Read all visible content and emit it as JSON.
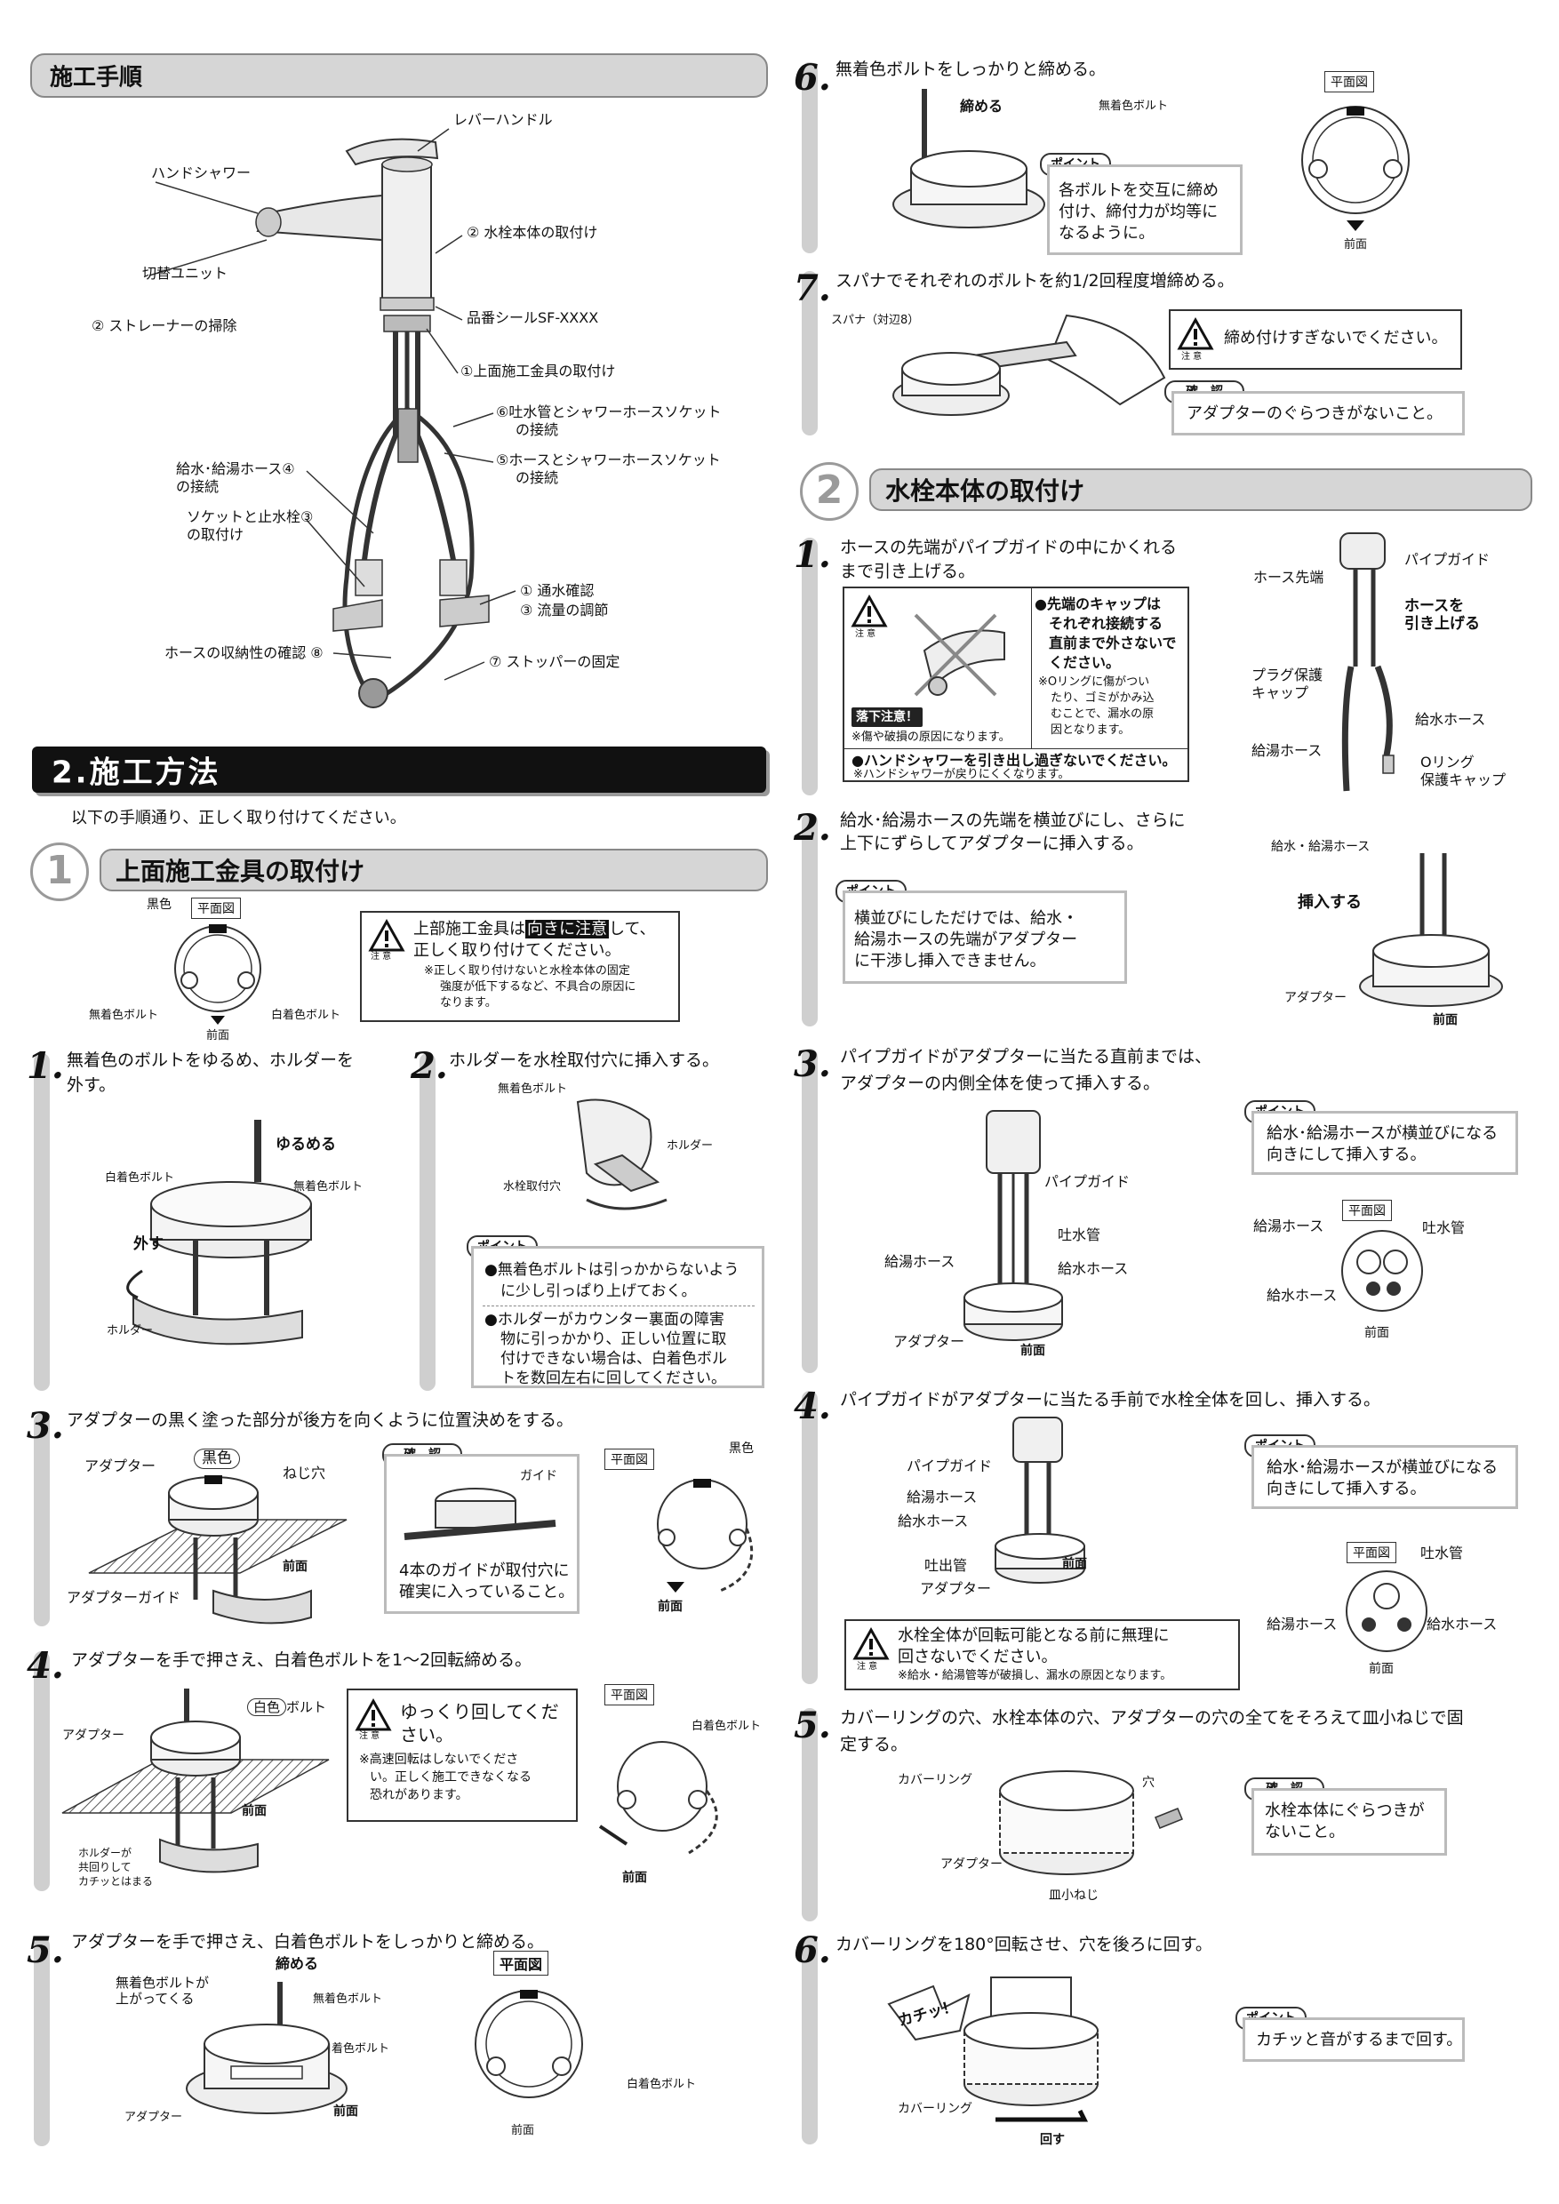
{
  "header": {
    "title": "施工手順"
  },
  "overview": {
    "labels": {
      "lever": "レバーハンドル",
      "handshower": "ハンドシャワー",
      "body": "② 水栓本体の取付け",
      "switch": "切替ユニット",
      "strainer": "② ストレーナーの掃除",
      "seal": "品番シールSF-XXXX",
      "fitting": "①上面施工金具の取付け",
      "spout_conn": "⑥吐水管とシャワーホースソケット",
      "spout_conn2": "の接続",
      "hose_conn": "⑤ホースとシャワーホースソケット",
      "hose_conn2": "の接続",
      "supply_conn": "給水･給湯ホース④",
      "supply_conn2": "の接続",
      "socket": "ソケットと止水栓③",
      "socket2": "の取付け",
      "flow_check": "① 通水確認",
      "flow_adj": "③ 流量の調節",
      "storage": "ホースの収納性の確認 ⑧",
      "stopper": "⑦ ストッパーの固定"
    }
  },
  "section2": {
    "title": "2.施工方法",
    "intro": "以下の手順通り、正しく取り付けてください。"
  },
  "sec1": {
    "num": "1",
    "title": "上面施工金具の取付け",
    "plan": {
      "label": "平面図",
      "black": "黒色",
      "left": "無着色ボルト",
      "right": "白着色ボルト",
      "front": "前面"
    },
    "caution": {
      "line1a": "上部施工金具は",
      "line1hl": "向きに注意",
      "line1b": "して、",
      "line2": "正しく取り付けてください。",
      "note1": "※正しく取り付けないと水栓本体の固定",
      "note2": "強度が低下するなど、不具合の原因に",
      "note3": "なります。",
      "badge": "注 意"
    },
    "step1": {
      "num": "1.",
      "text1": "無着色のボルトをゆるめ、ホルダーを",
      "text2": "外す。",
      "loosen": "ゆるめる",
      "white_bolt": "白着色ボルト",
      "plain_bolt": "無着色ボルト",
      "remove": "外す",
      "holder": "ホルダー"
    },
    "step2": {
      "num": "2.",
      "text": "ホルダーを水栓取付穴に挿入する。",
      "plain_bolt": "無着色ボルト",
      "holder": "ホルダー",
      "hole": "水栓取付穴",
      "point": "ポイント",
      "p1a": "●無着色ボルトは引っかからないよう",
      "p1b": "に少し引っぱり上げておく。",
      "p2a": "●ホルダーがカウンター裏面の障害",
      "p2b": "物に引っかかり、正しい位置に取",
      "p2c": "付けできない場合は、白着色ボル",
      "p2d": "トを数回左右に回してください。"
    },
    "step3": {
      "num": "3.",
      "text": "アダプターの黒く塗った部分が後方を向くように位置決めをする。",
      "adapter": "アダプター",
      "black": "黒色",
      "screw": "ねじ穴",
      "front": "前面",
      "guide_lbl": "アダプターガイド",
      "confirm": "確　認",
      "guide": "ガイド",
      "c1": "4本のガイドが取付穴に",
      "c2": "確実に入っていること。",
      "plan": "平面図",
      "black2": "黒色",
      "front2": "前面"
    },
    "step4": {
      "num": "4.",
      "text": "アダプターを手で押さえ、白着色ボルトを1～2回転締める。",
      "adapter": "アダプター",
      "white": "白色",
      "bolt": "ボルト",
      "front": "前面",
      "holder1": "ホルダーが",
      "holder2": "共回りして",
      "holder3": "カチッとはまる",
      "w1": "ゆっくり回してくだ",
      "w2": "さい。",
      "n1": "※高速回転はしないでくださ",
      "n2": "い。正しく施工できなくなる",
      "n3": "恐れがあります。",
      "badge": "注 意",
      "plan": "平面図",
      "white_bolt": "白着色ボルト",
      "front2": "前面"
    },
    "step5": {
      "num": "5.",
      "text": "アダプターを手で押さえ、白着色ボルトをしっかりと締める。",
      "tighten": "締める",
      "rise1": "無着色ボルトが",
      "rise2": "上がってくる",
      "plain": "無着色ボルト",
      "white": "白着色ボルト",
      "adapter": "アダプター",
      "front": "前面",
      "plan": "平面図",
      "white2": "白着色ボルト",
      "front2": "前面"
    },
    "step6": {
      "num": "6.",
      "text": "無着色ボルトをしっかりと締める。",
      "tighten": "締める",
      "plain": "無着色ボルト",
      "point": "ポイント",
      "p1": "各ボルトを交互に締め",
      "p2": "付け、締付力が均等に",
      "p3": "なるように。",
      "plan": "平面図",
      "front": "前面"
    },
    "step7": {
      "num": "7.",
      "text": "スパナでそれぞれのボルトを約1/2回程度増締める。",
      "spanner": "スパナ（対辺8）",
      "warn": "締め付けすぎないでください。",
      "badge": "注 意",
      "confirm": "確　認",
      "c1": "アダプターのぐらつきがないこと。"
    }
  },
  "sec2": {
    "num": "2",
    "title": "水栓本体の取付け",
    "step1": {
      "num": "1.",
      "text1": "ホースの先端がパイプガイドの中にかくれる",
      "text2": "まで引き上げる。",
      "c1": "●先端のキャップは",
      "c2": "それぞれ接続する",
      "c3": "直前まで外さないで",
      "c4": "ください。",
      "c5": "※Oリングに傷がつい",
      "c6": "たり、ゴミがかみ込",
      "c7": "むことで、漏水の原",
      "c8": "因となります。",
      "drop": "落下注意！",
      "drop_note": "※傷や破損の原因になります。",
      "c9": "●ハンドシャワーを引き出し過ぎないでください。",
      "c10": "※ハンドシャワーが戻りにくくなります。",
      "badge": "注 意",
      "pipe_guide": "パイプガイド",
      "hose_tip": "ホース先端",
      "pull1": "ホースを",
      "pull2": "引き上げる",
      "plug1": "プラグ保護",
      "plug2": "キャップ",
      "hot": "給湯ホース",
      "cold": "給水ホース",
      "oring1": "Oリング",
      "oring2": "保護キャップ"
    },
    "step2": {
      "num": "2.",
      "text1": "給水･給湯ホースの先端を横並びにし、さらに",
      "text2": "上下にずらしてアダプターに挿入する。",
      "point": "ポイント",
      "p1": "横並びにしただけでは、給水・",
      "p2": "給湯ホースの先端がアダプター",
      "p3": "に干渉し挿入できません。",
      "hoses": "給水・給湯ホース",
      "insert": "挿入する",
      "adapter": "アダプター",
      "front": "前面"
    },
    "step3": {
      "num": "3.",
      "text1": "パイプガイドがアダプターに当たる直前までは、",
      "text2": "アダプターの内側全体を使って挿入する。",
      "pipe_guide": "パイプガイド",
      "spout": "吐水管",
      "hot": "給湯ホース",
      "cold": "給水ホース",
      "adapter": "アダプター",
      "front": "前面",
      "point": "ポイント",
      "p1": "給水･給湯ホースが横並びになる",
      "p2": "向きにして挿入する。",
      "plan": "平面図",
      "hot2": "給湯ホース",
      "spout2": "吐水管",
      "cold2": "給水ホース",
      "front2": "前面"
    },
    "step4": {
      "num": "4.",
      "text": "パイプガイドがアダプターに当たる手前で水栓全体を回し、挿入する。",
      "pipe_guide": "パイプガイド",
      "hot": "給湯ホース",
      "cold": "給水ホース",
      "spout": "吐出管",
      "adapter": "アダプター",
      "front": "前面",
      "point": "ポイント",
      "p1": "給水･給湯ホースが横並びになる",
      "p2": "向きにして挿入する。",
      "plan": "平面図",
      "spout2": "吐水管",
      "hot2": "給湯ホース",
      "cold2": "給水ホース",
      "front2": "前面",
      "w1": "水栓全体が回転可能となる前に無理に",
      "w2": "回さないでください。",
      "n1": "※給水・給湯管等が破損し、漏水の原因となります。",
      "badge": "注 意"
    },
    "step5": {
      "num": "5.",
      "text1": "カバーリングの穴、水栓本体の穴、アダプターの穴の全てをそろえて皿小ねじで固",
      "text2": "定する。",
      "ring": "カバーリング",
      "hole": "穴",
      "adapter": "アダプター",
      "screw": "皿小ねじ",
      "confirm": "確　認",
      "c1": "水栓本体にぐらつきが",
      "c2": "ないこと。"
    },
    "step6": {
      "num": "6.",
      "text": "カバーリングを180°回転させ、穴を後ろに回す。",
      "click": "カチッ！",
      "ring": "カバーリング",
      "turn": "回す",
      "point": "ポイント",
      "p1": "カチッと音がするまで回す。"
    }
  }
}
